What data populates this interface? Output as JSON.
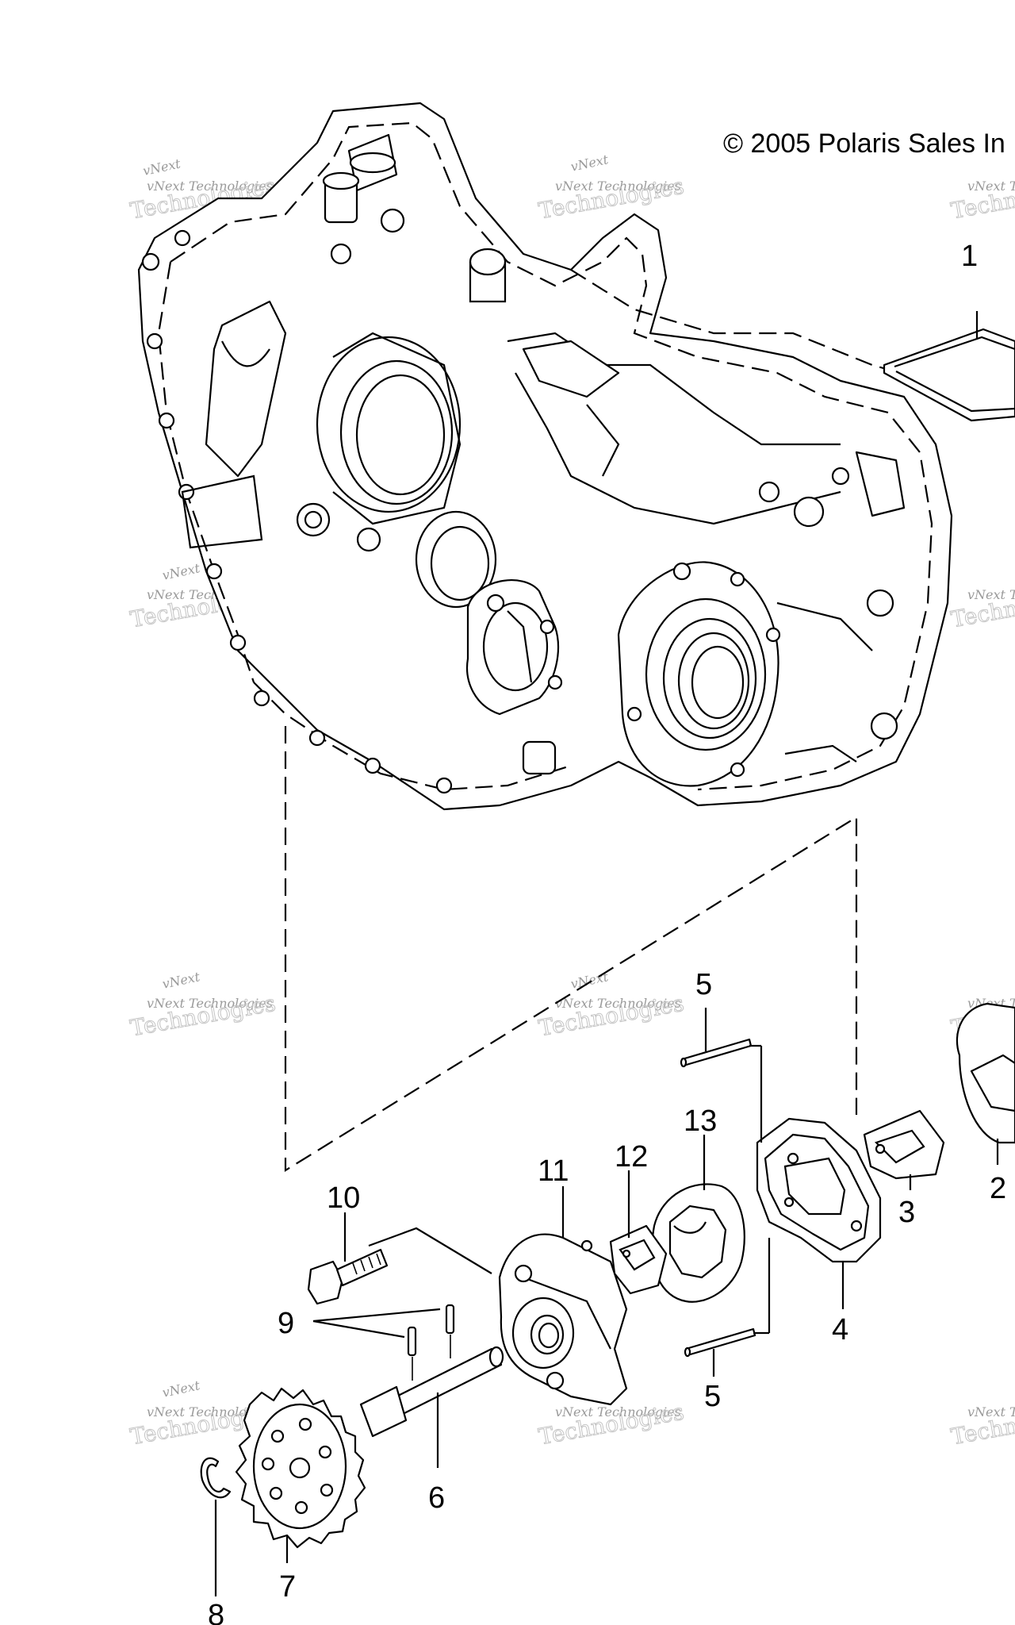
{
  "copyright": "© 2005 Polaris Sales In",
  "watermark": {
    "line1": "vNext Technologies",
    "line2": "vNext Technologies",
    "line3": "Technologies",
    "line4": "vNext"
  },
  "callouts": {
    "c1": "1",
    "c2": "2",
    "c3": "3",
    "c4": "4",
    "c5a": "5",
    "c5b": "5",
    "c6": "6",
    "c7": "7",
    "c8": "8",
    "c9": "9",
    "c10": "10",
    "c11": "11",
    "c12": "12",
    "c13": "13"
  }
}
